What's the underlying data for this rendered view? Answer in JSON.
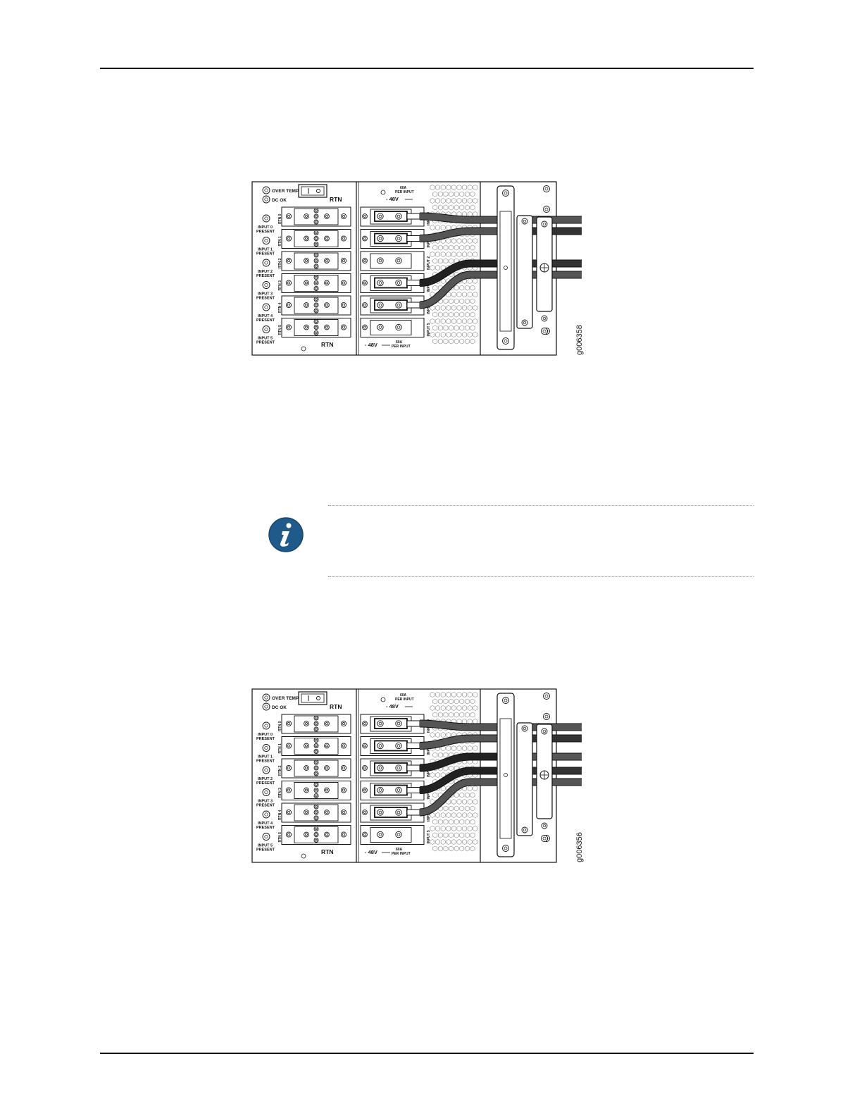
{
  "figures": [
    {
      "id_label": "g006358",
      "over_temp": "OVER TEMP.",
      "dc_ok": "DC OK",
      "rtn": "RTN",
      "rating": "60A",
      "per_input": "PER INPUT",
      "voltage": "- 48V",
      "rtn_labels": [
        "RTN 0",
        "RTN 1",
        "RTN 2",
        "RTN 3",
        "RTN 4",
        "RTN 5"
      ],
      "input_labels": [
        "INPUT 0",
        "INPUT 1",
        "INPUT 2",
        "INPUT 3",
        "INPUT 4",
        "INPUT 5"
      ],
      "present": "PRESENT",
      "cabled_inputs": [
        0,
        1,
        3,
        4
      ]
    },
    {
      "id_label": "g006356",
      "over_temp": "OVER TEMP.",
      "dc_ok": "DC OK",
      "rtn": "RTN",
      "rating": "60A",
      "per_input": "PER INPUT",
      "voltage": "- 48V",
      "rtn_labels": [
        "RTN 0",
        "RTN 1",
        "RTN 2",
        "RTN 3",
        "RTN 4",
        "RTN 5"
      ],
      "input_labels": [
        "INPUT 0",
        "INPUT 1",
        "INPUT 2",
        "INPUT 3",
        "INPUT 4",
        "INPUT 5"
      ],
      "present": "PRESENT",
      "cabled_inputs": [
        0,
        1,
        2,
        3,
        4
      ]
    }
  ],
  "note": {
    "icon": "info-icon",
    "icon_color": "#1f5a8a"
  }
}
